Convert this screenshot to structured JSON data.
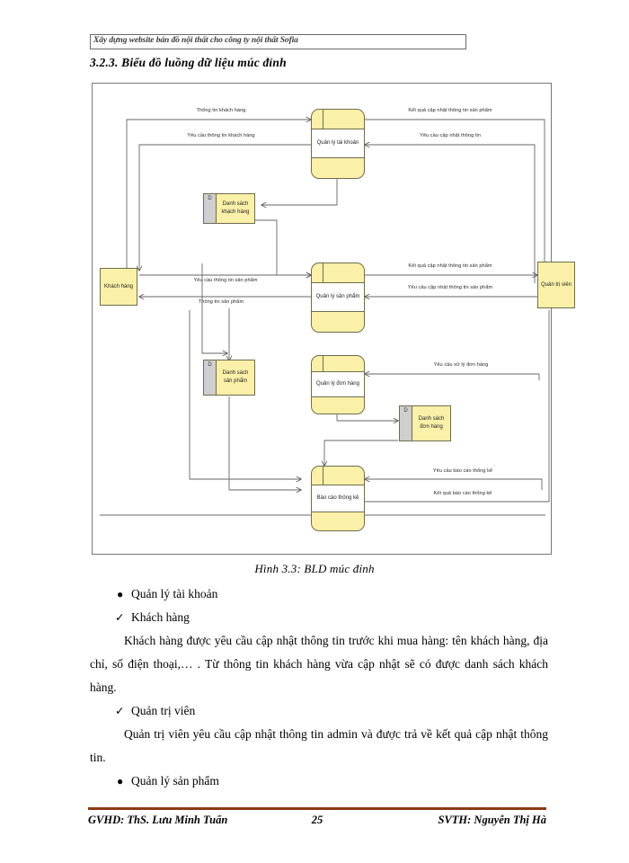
{
  "header": {
    "running_head": "Xây dựng website bán đồ nội thất cho công ty nội thất Sofia"
  },
  "section": {
    "heading": "3.2.3. Biểu đồ luồng dữ liệu múc đỉnh"
  },
  "figure": {
    "caption": "Hình 3.3: BLD múc đỉnh",
    "processes": [
      {
        "id": "p1",
        "label": "Quản lý tài khoản"
      },
      {
        "id": "p2",
        "label": "Quản lý sản phẩm"
      },
      {
        "id": "p3",
        "label": "Quản lý đơn hàng"
      },
      {
        "id": "p4",
        "label": "Báo cáo thống kê"
      }
    ],
    "entities": [
      {
        "id": "e1",
        "label": "Khách hàng"
      },
      {
        "id": "e2",
        "label": "Quản trị viên"
      }
    ],
    "stores": [
      {
        "id": "d1",
        "tag": "D",
        "label": "Danh sách\nkhách hàng"
      },
      {
        "id": "d2",
        "tag": "D",
        "label": "Danh sách\nsản phẩm"
      },
      {
        "id": "d3",
        "tag": "D",
        "label": "Danh sách\nđơn hàng"
      }
    ],
    "flows": [
      {
        "id": "f1",
        "label": "Thông tin khách hàng"
      },
      {
        "id": "f2",
        "label": "Yêu cầu thông tin khách hàng"
      },
      {
        "id": "f3",
        "label": "Kết quả cập nhật thông tin sản phẩm"
      },
      {
        "id": "f4",
        "label": "Yêu cầu cập nhật thông tin"
      },
      {
        "id": "f5",
        "label": "Kết quả cập nhật thông tin sản phẩm"
      },
      {
        "id": "f6",
        "label": "Yêu cầu cập nhật thông tin sản phẩm"
      },
      {
        "id": "f7",
        "label": "Yêu cầu thông tin sản phẩm"
      },
      {
        "id": "f8",
        "label": "Thông tin sản phẩm"
      },
      {
        "id": "f9",
        "label": "Yêu cầu xử lý đơn hàng"
      },
      {
        "id": "f10",
        "label": "Yêu cầu báo cáo thống kê"
      },
      {
        "id": "f11",
        "label": "Kết quả báo cáo thống kê"
      }
    ]
  },
  "body": {
    "item_account": "Quản lý tài khoản",
    "item_customer": "Khách hàng",
    "para_customer": "Khách hàng được yêu cầu cập nhật thông tin trước khi mua hàng: tên khách hàng, địa chỉ, số điện thoại,… . Từ thông tin khách hàng vừa cập nhật sẽ có được danh sách khách hàng.",
    "item_admin": "Quản trị viên",
    "para_admin": "Quản trị viên yêu cầu cập nhật thông tin admin và được trả về kết quả cập nhật thông tin.",
    "item_product": "Quản lý sản phẩm",
    "bullet_mark": "●",
    "check_mark": "✓"
  },
  "footer": {
    "left": "GVHD: ThS. Lưu Minh Tuấn",
    "page": "25",
    "right": "SVTH: Nguyễn Thị Hà",
    "rule_color": "#8a3b12"
  }
}
